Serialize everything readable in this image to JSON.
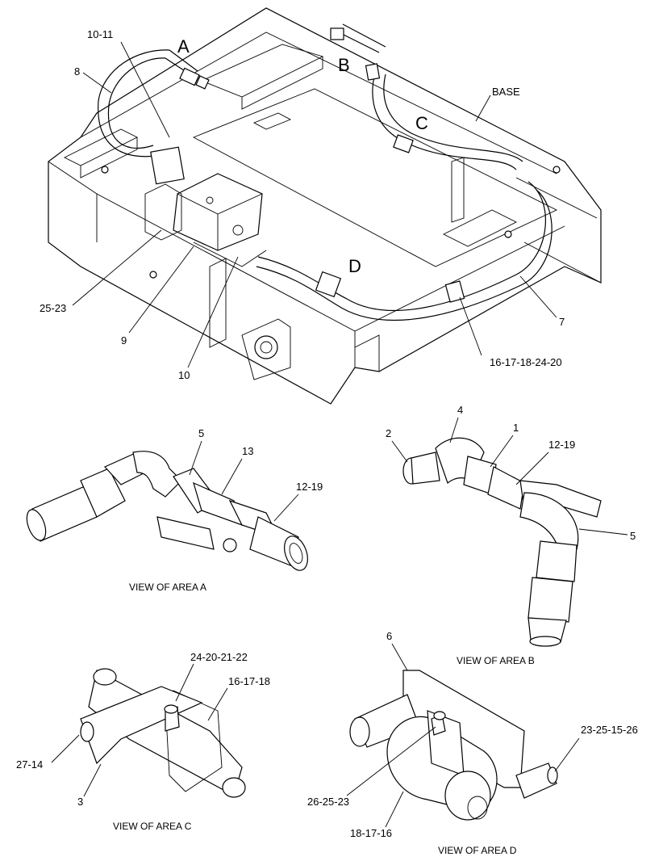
{
  "areas": [
    "A",
    "B",
    "C",
    "D"
  ],
  "callouts": {
    "c_10_11": "10-11",
    "c_8": "8",
    "c_base": "BASE",
    "c_25_23": "25-23",
    "c_9": "9",
    "c_10": "10",
    "c_7": "7",
    "c_16_17_18_24_20": "16-17-18-24-20",
    "a_5": "5",
    "a_13": "13",
    "a_12_19": "12-19",
    "b_4": "4",
    "b_2": "2",
    "b_1": "1",
    "b_12_19": "12-19",
    "b_5": "5",
    "c_24_20_21_22": "24-20-21-22",
    "c_16_17_18": "16-17-18",
    "c_27_14": "27-14",
    "c_3": "3",
    "d_6": "6",
    "d_23_25_15_26": "23-25-15-26",
    "d_26_25_23": "26-25-23",
    "d_18_17_16": "18-17-16"
  },
  "captions": {
    "view_a": "VIEW OF AREA  A",
    "view_b": "VIEW OF AREA  B",
    "view_c": "VIEW OF AREA  C",
    "view_d": "VIEW OF AREA  D"
  }
}
